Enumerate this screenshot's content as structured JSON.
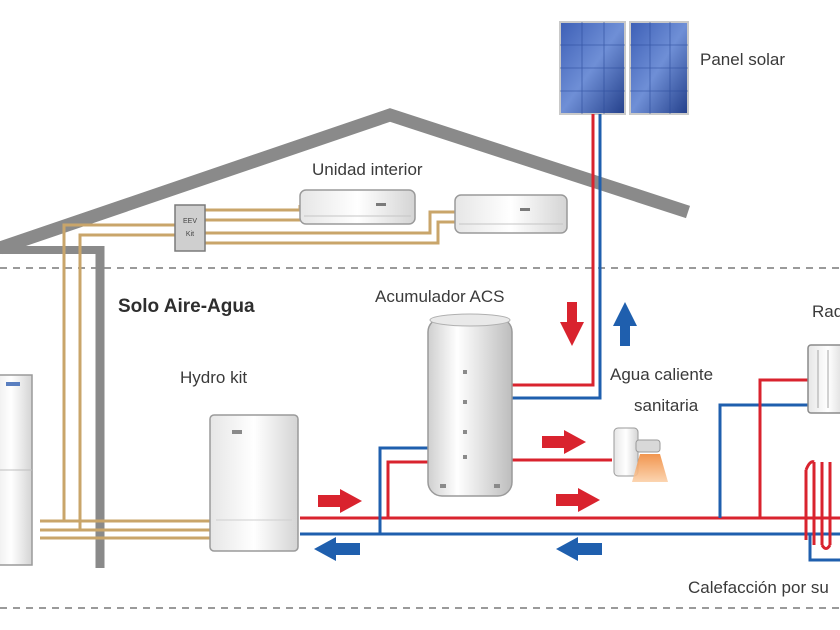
{
  "labels": {
    "solar_panel": "Panel solar",
    "indoor_unit": "Unidad interior",
    "section_title": "Solo Aire-Agua",
    "dhw_tank": "Acumulador ACS",
    "hydro_kit": "Hydro kit",
    "dhw_line1": "Agua caliente",
    "dhw_line2": "sanitaria",
    "radiator_partial": "Rad",
    "floor_heating_partial": "Calefacción por su",
    "eev_line1": "EEV",
    "eev_line2": "Kit"
  },
  "colors": {
    "hot": "#d9232e",
    "cold": "#1f5fae",
    "refrigerant": "#c9a56a",
    "house": "#8a8a8a",
    "dashed": "#9a9a9a"
  }
}
